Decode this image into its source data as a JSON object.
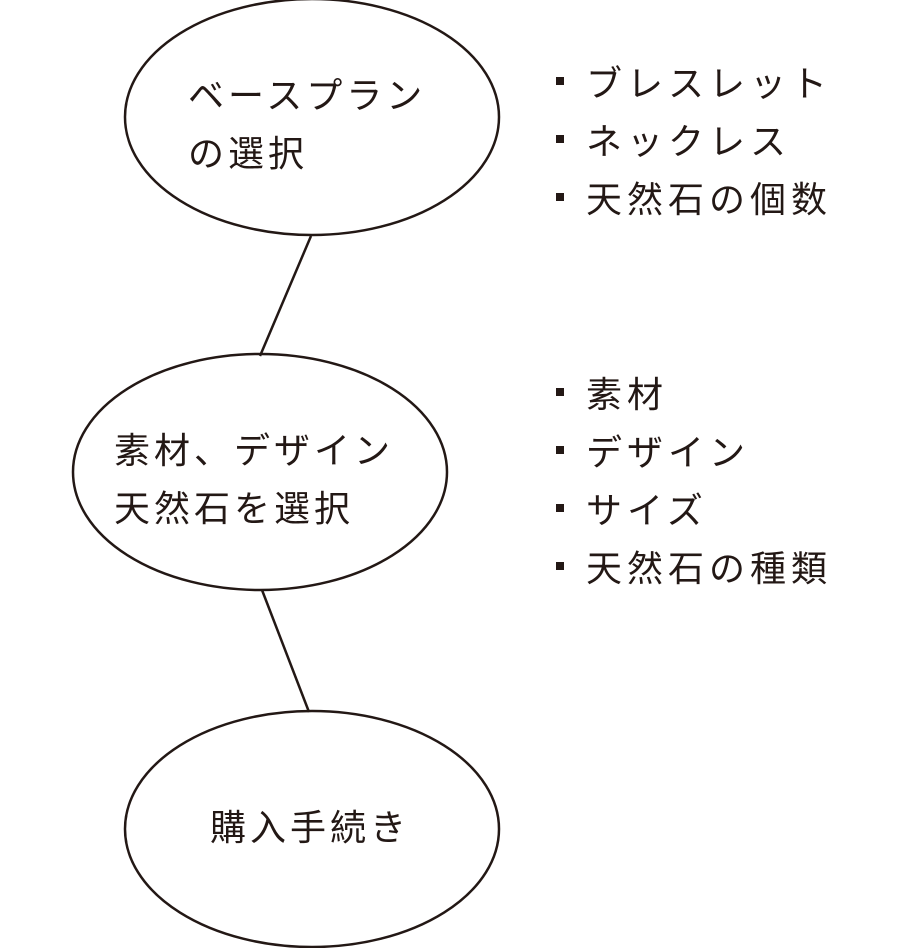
{
  "nodes": [
    {
      "lines": [
        "ベースプラン",
        "の選択"
      ]
    },
    {
      "lines": [
        "素材、デザイン",
        "天然石を選択"
      ]
    },
    {
      "lines": [
        "購入手続き"
      ]
    }
  ],
  "options": [
    {
      "items": [
        "ブレスレット",
        "ネックレス",
        "天然石の個数"
      ]
    },
    {
      "items": [
        "素材",
        "デザイン",
        "サイズ",
        "天然石の種類"
      ]
    }
  ],
  "colors": {
    "stroke": "#231815",
    "text": "#231815",
    "background": "#ffffff"
  }
}
